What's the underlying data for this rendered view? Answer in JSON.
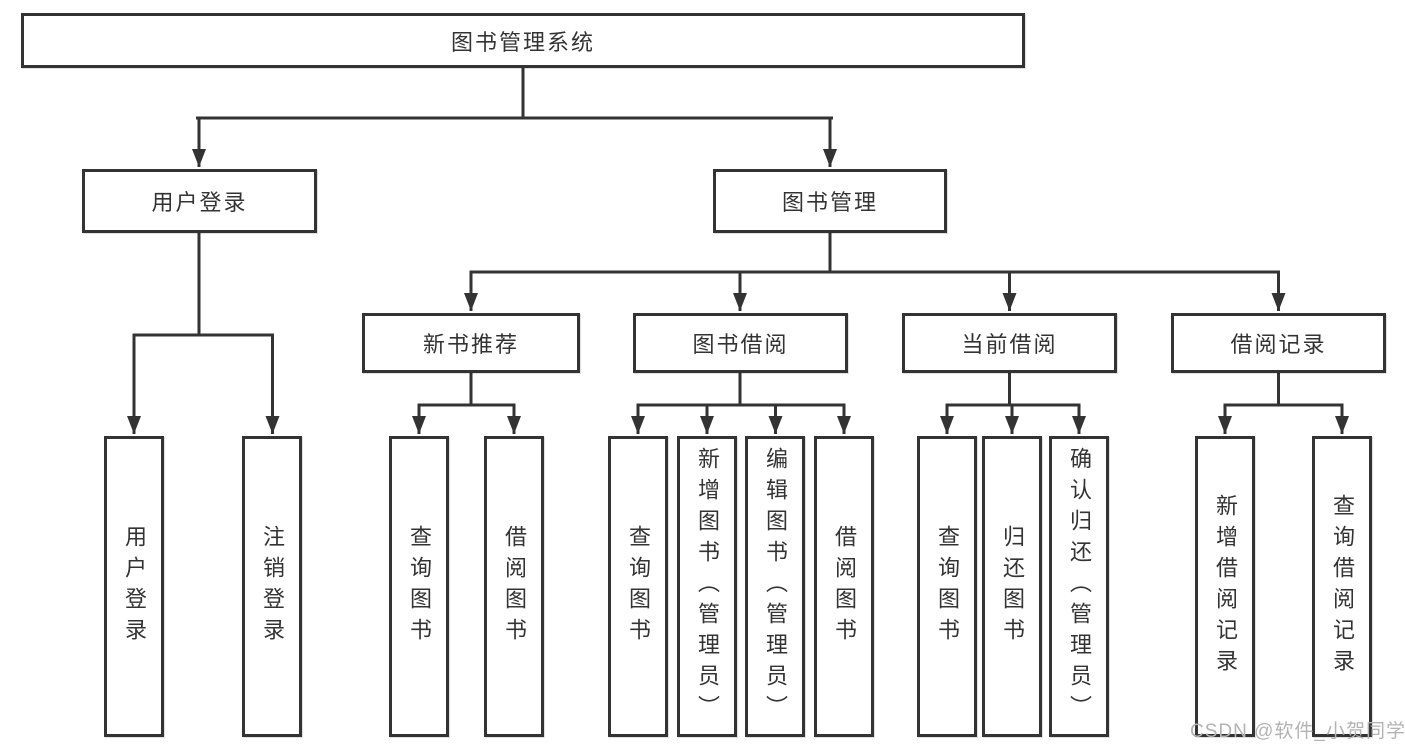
{
  "tree": {
    "root": {
      "label": "图书管理系统",
      "children": [
        {
          "label": "用户登录",
          "children": [
            {
              "label": "用户登录"
            },
            {
              "label": "注销登录"
            }
          ]
        },
        {
          "label": "图书管理",
          "children": [
            {
              "label": "新书推荐",
              "children": [
                {
                  "label": "查询图书"
                },
                {
                  "label": "借阅图书"
                }
              ]
            },
            {
              "label": "图书借阅",
              "children": [
                {
                  "label": "查询图书"
                },
                {
                  "label": "新增图书（管理员）"
                },
                {
                  "label": "编辑图书（管理员）"
                },
                {
                  "label": "借阅图书"
                }
              ]
            },
            {
              "label": "当前借阅",
              "children": [
                {
                  "label": "查询图书"
                },
                {
                  "label": "归还图书"
                },
                {
                  "label": "确认归还（管理员）"
                }
              ]
            },
            {
              "label": "借阅记录",
              "children": [
                {
                  "label": "新增借阅记录"
                },
                {
                  "label": "查询借阅记录"
                }
              ]
            }
          ]
        }
      ]
    }
  },
  "watermark": {
    "text": "CSDN @软件_小贺同学"
  },
  "colors": {
    "line": "#333333",
    "box_background": "#ffffff",
    "text": "#333333",
    "watermark": "#b3b3b3"
  }
}
